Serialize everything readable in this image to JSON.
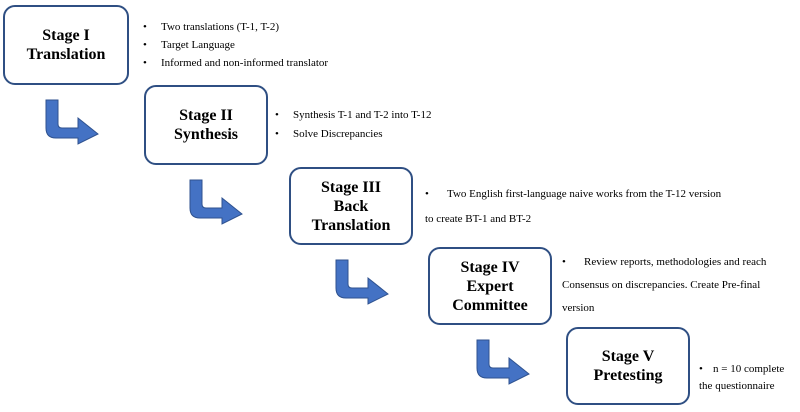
{
  "colors": {
    "box_border": "#2f4f83",
    "arrow_fill": "#4472c4",
    "arrow_stroke": "#2f528f"
  },
  "stages": [
    {
      "title": "Stage I",
      "subtitle": "Translation"
    },
    {
      "title": "Stage II",
      "subtitle": "Synthesis"
    },
    {
      "title": "Stage III",
      "subtitle_lines": [
        "Back",
        "Translation"
      ]
    },
    {
      "title": "Stage IV",
      "subtitle_lines": [
        "Expert",
        "Committee"
      ]
    },
    {
      "title": "Stage V",
      "subtitle": "Pretesting"
    }
  ],
  "notes": {
    "stage1": [
      "Two translations (T-1, T-2)",
      "Target Language",
      "Informed and non-informed translator"
    ],
    "stage2": [
      "Synthesis T-1 and T-2 into T-12",
      "Solve Discrepancies"
    ],
    "stage3": [
      "Two English first-language  naive works from the T-12 version",
      "to create BT-1 and BT-2"
    ],
    "stage4": [
      "Review reports, methodologies and reach",
      "Consensus on discrepancies. Create Pre-final",
      "version"
    ],
    "stage5": [
      "n = 10 complete",
      "the questionnaire"
    ]
  },
  "bullet": "•"
}
